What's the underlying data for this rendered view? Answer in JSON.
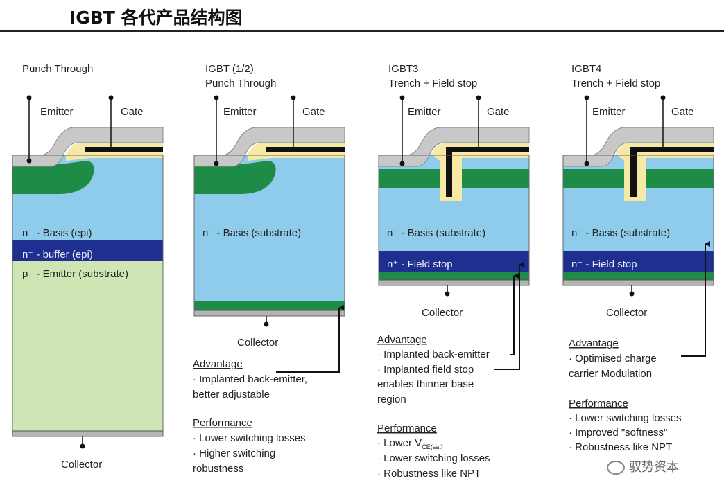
{
  "title": "IGBT 各代产品结构图",
  "watermark": "驭势资本",
  "colors": {
    "metal": "#c8c8c8",
    "oxide": "#f6e9a6",
    "gate": "#111111",
    "p_well": "#1e8c46",
    "n_basis": "#8fcbea",
    "n_buffer": "#1f2f8f",
    "p_substrate": "#cfe6b4",
    "collector_metal": "#b4b4b4"
  },
  "panels": [
    {
      "heading": [
        "Punch Through"
      ],
      "emitter": "Emitter",
      "gate": "Gate",
      "layers": [
        "n⁻ - Basis (epi)",
        "n⁺ - buffer (epi)",
        "p⁺ - Emitter (substrate)"
      ],
      "collector": "Collector"
    },
    {
      "heading": [
        "IGBT (1/2)",
        "Punch Through"
      ],
      "emitter": "Emitter",
      "gate": "Gate",
      "layers": [
        "n⁻ - Basis (substrate)"
      ],
      "collector": "Collector",
      "advantage_title": "Advantage",
      "advantage": [
        "· Implanted back-emitter,",
        "better adjustable"
      ],
      "performance_title": "Performance",
      "performance": [
        "· Lower switching losses",
        "· Higher switching",
        "robustness"
      ]
    },
    {
      "heading": [
        "IGBT3",
        "Trench + Field stop"
      ],
      "emitter": "Emitter",
      "gate": "Gate",
      "layers": [
        "n⁻ - Basis (substrate)",
        "n⁺ - Field stop"
      ],
      "collector": "Collector",
      "advantage_title": "Advantage",
      "advantage": [
        "· Implanted back-emitter",
        "· Implanted field stop",
        "enables thinner base",
        "region"
      ],
      "performance_title": "Performance",
      "performance": [
        "· Lower V",
        "· Lower switching losses",
        "· Robustness like NPT"
      ],
      "vce_sub": "CE(sat)"
    },
    {
      "heading": [
        "IGBT4",
        "Trench + Field stop"
      ],
      "emitter": "Emitter",
      "gate": "Gate",
      "layers": [
        "n⁻ - Basis (substrate)",
        "n⁺ - Field stop"
      ],
      "collector": "Collector",
      "advantage_title": "Advantage",
      "advantage": [
        "· Optimised charge",
        "carrier Modulation"
      ],
      "performance_title": "Performance",
      "performance": [
        "· Lower switching losses",
        "· Improved \"softness\"",
        "· Robustness like NPT"
      ]
    }
  ]
}
